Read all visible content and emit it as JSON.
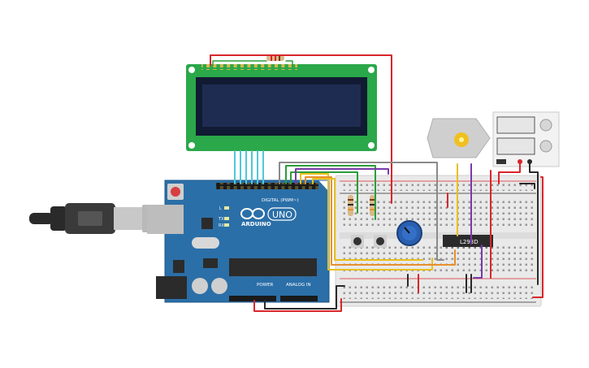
{
  "canvas": {
    "background": "#ffffff"
  },
  "colors": {
    "arduino_board": "#2b6fa8",
    "lcd_pcb": "#2aa84a",
    "lcd_screen": "#1f2c52",
    "breadboard": "#e9e9e9",
    "wire_red": "#d9262c",
    "wire_black": "#2a2a2a",
    "wire_green": "#2c9d3a",
    "wire_purple": "#7a3aa8",
    "wire_yellow": "#e8c01e",
    "wire_orange": "#e8902a",
    "wire_gray": "#8a8a8a",
    "wire_cyan": "#4ec9d8",
    "potentiometer": "#2a5fb0",
    "chip": "#2b2b2b"
  },
  "arduino": {
    "brand": "ARDUINO",
    "model": "UNO",
    "digital_label": "DIGITAL (PWM~)",
    "power_label": "POWER",
    "analog_label": "ANALOG IN",
    "led_labels": [
      "L",
      "TX",
      "RX"
    ],
    "icon": "arduino-infinity-icon"
  },
  "chip": {
    "label": "L293D"
  },
  "power_supply": {
    "icon": "bench-power-supply-icon"
  },
  "motor": {
    "icon": "dc-motor-icon"
  },
  "usb": {
    "icon": "usb-b-cable-icon"
  }
}
